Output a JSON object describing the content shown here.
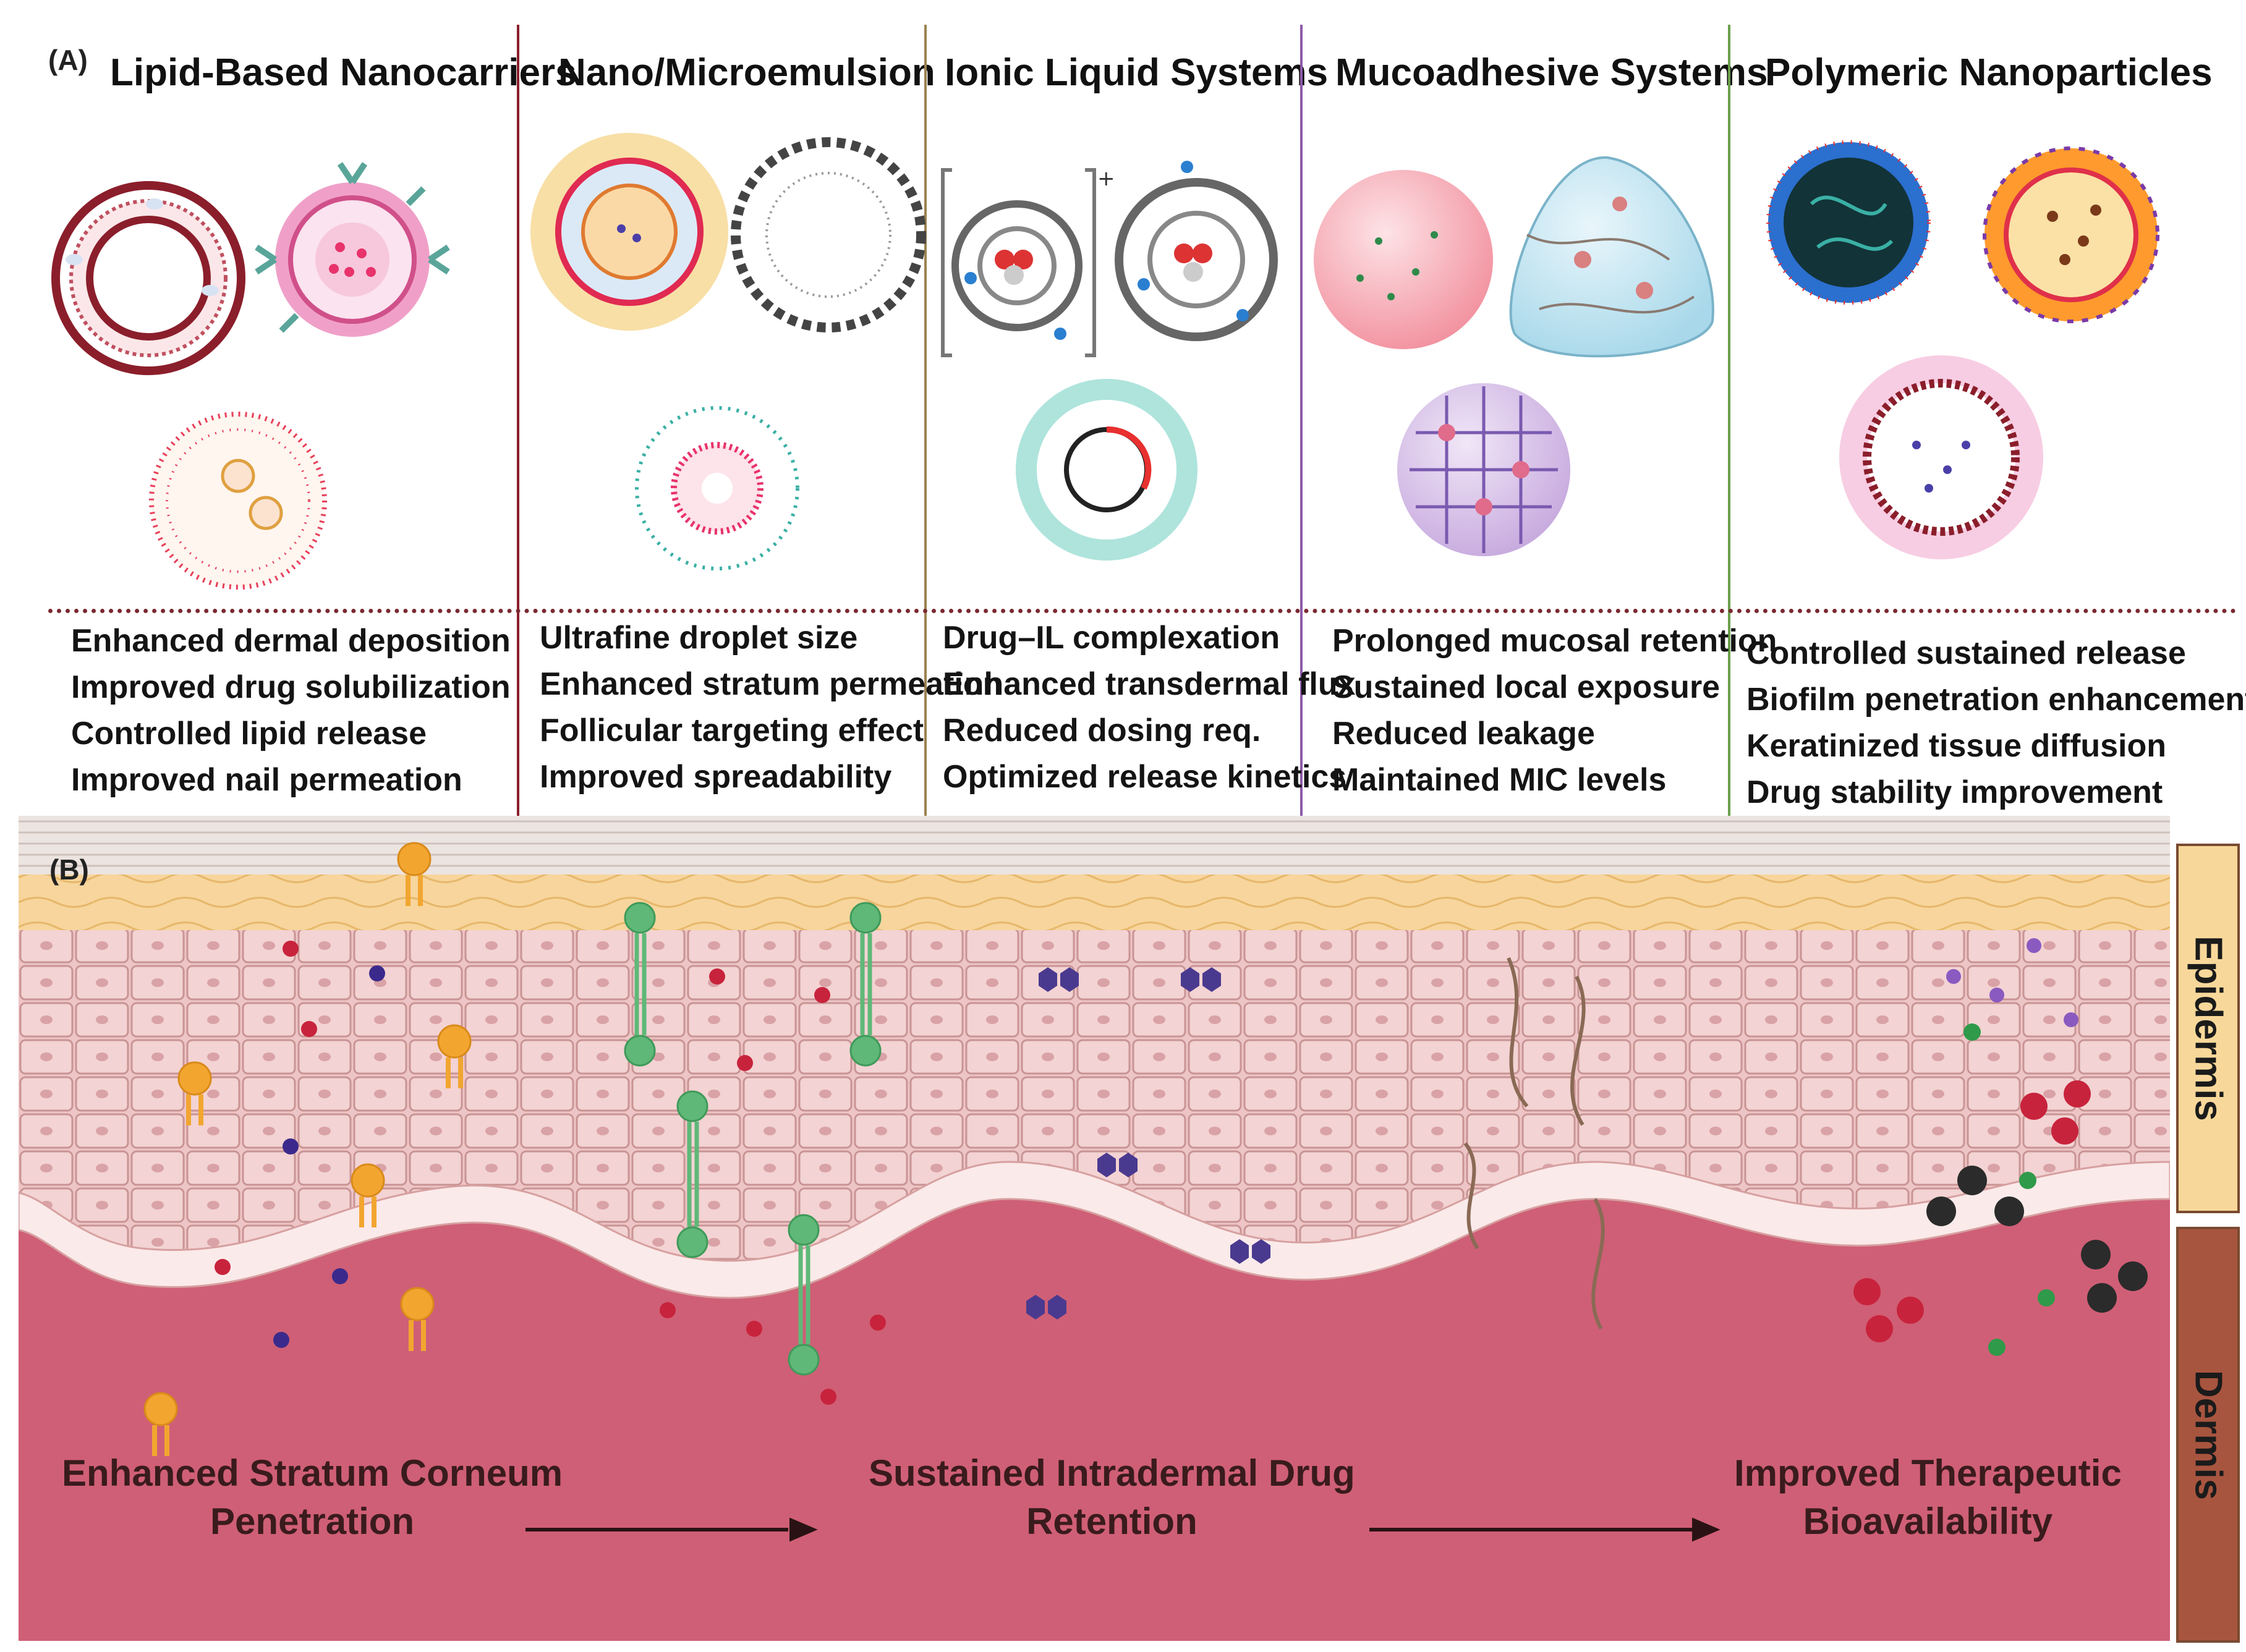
{
  "panel_a_label": "(A)",
  "panel_b_label": "(B)",
  "columns": [
    {
      "title": "Lipid-Based Nanocarriers",
      "bullets": [
        "Enhanced dermal deposition",
        "Improved drug solubilization",
        "Controlled lipid release",
        "Improved nail permeation"
      ]
    },
    {
      "title": "Nano/Microemulsion",
      "bullets": [
        "Ultrafine droplet size",
        "Enhanced stratum permeation",
        "Follicular targeting effect",
        "Improved spreadability"
      ]
    },
    {
      "title": "Ionic Liquid Systems",
      "bullets": [
        "Drug–IL complexation",
        "Enhanced transdermal flux",
        "Reduced dosing req.",
        "Optimized release kinetics"
      ]
    },
    {
      "title": "Mucoadhesive Systems",
      "bullets": [
        "Prolonged mucosal retention",
        "Sustained local exposure",
        "Reduced leakage",
        "Maintained MIC levels"
      ]
    },
    {
      "title": "Polymeric Nanoparticles",
      "bullets": [
        "Controlled sustained release",
        "Biofilm penetration enhancement",
        "Keratinized tissue diffusion",
        "Drug stability improvement"
      ]
    }
  ],
  "outcomes": {
    "first": [
      "Enhanced Stratum Corneum",
      "Penetration"
    ],
    "second": [
      "Sustained Intradermal Drug",
      "Retention"
    ],
    "third": [
      "Improved Therapeutic",
      "Bioavailability"
    ]
  },
  "layers": {
    "epidermis": "Epidermis",
    "dermis": "Dermis"
  },
  "ionic_plus": "+",
  "colors": {
    "dermis": "#cf5f76",
    "epidermis_cells": "#edc3c3",
    "stratum_yellow": "#f6d49a",
    "carrier_orange": "#f2a630",
    "carrier_green": "#5fb878",
    "divider_lipid": "#8b1e2b",
    "divider_ionic": "#9a8250",
    "divider_muco": "#8e5aa8",
    "divider_poly": "#6aa04a"
  }
}
